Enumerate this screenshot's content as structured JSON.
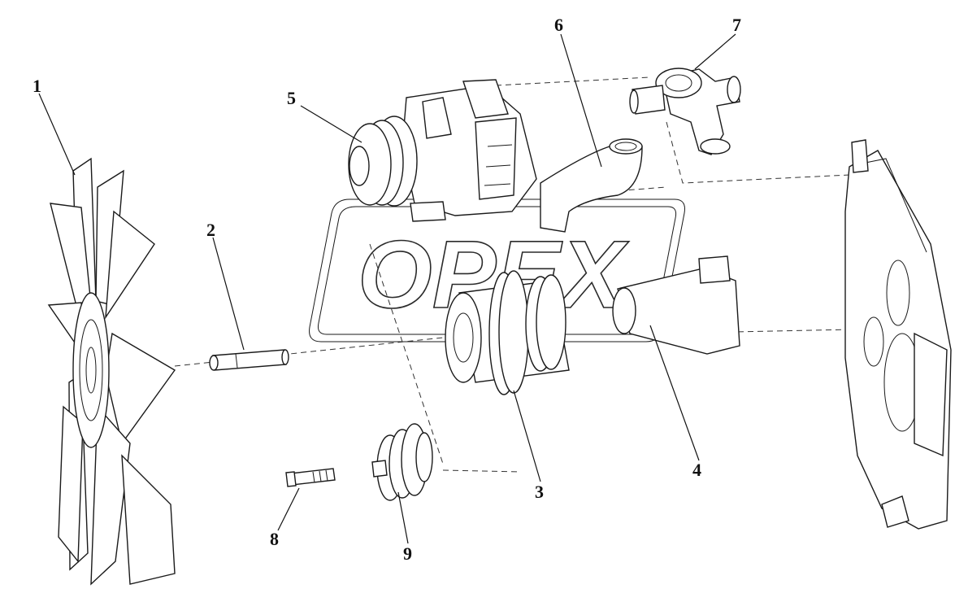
{
  "callouts": [
    {
      "id": "1",
      "label": "1"
    },
    {
      "id": "2",
      "label": "2"
    },
    {
      "id": "3",
      "label": "3"
    },
    {
      "id": "4",
      "label": "4"
    },
    {
      "id": "5",
      "label": "5"
    },
    {
      "id": "6",
      "label": "6"
    },
    {
      "id": "7",
      "label": "7"
    },
    {
      "id": "8",
      "label": "8"
    },
    {
      "id": "9",
      "label": "9"
    }
  ],
  "watermark": {
    "text": "OPEX"
  },
  "colors": {
    "ink": "#111111",
    "background": "#ffffff"
  }
}
